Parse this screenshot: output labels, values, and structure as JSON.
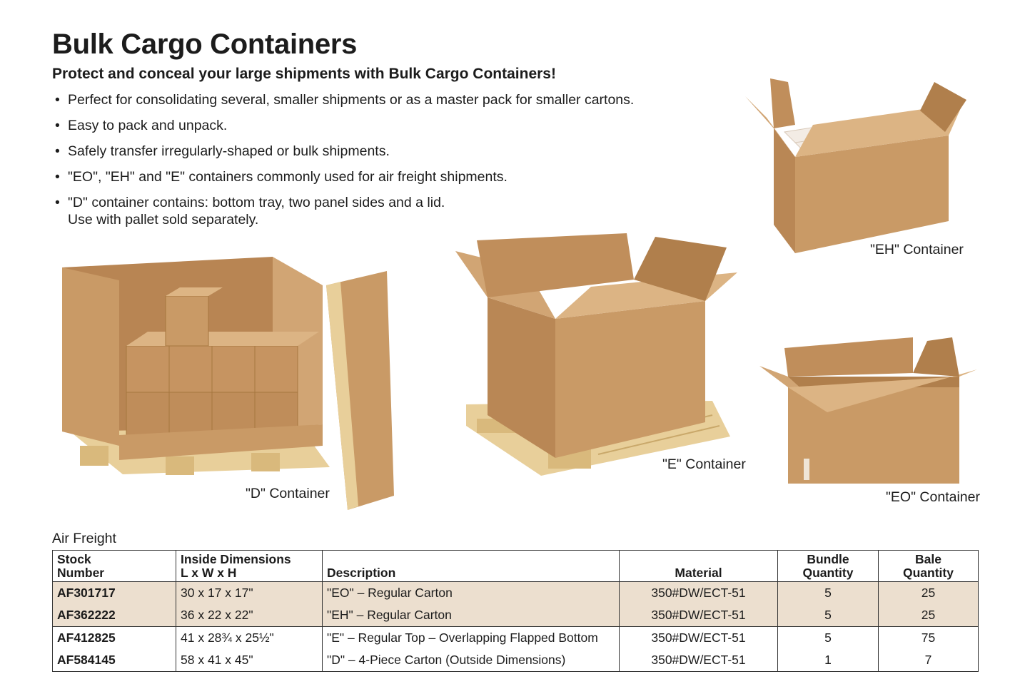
{
  "heading": {
    "title": "Bulk Cargo Containers",
    "subtitle": "Protect and conceal your large shipments with Bulk Cargo Containers!"
  },
  "bullets": [
    {
      "line1": "Perfect for consolidating several, smaller shipments or as a master pack for smaller cartons.",
      "line2": ""
    },
    {
      "line1": "Easy to pack and unpack.",
      "line2": ""
    },
    {
      "line1": "Safely transfer irregularly-shaped or bulk shipments.",
      "line2": ""
    },
    {
      "line1": "\"EO\", \"EH\" and \"E\" containers commonly used for air freight shipments.",
      "line2": ""
    },
    {
      "line1": "\"D\" container contains: bottom tray, two panel sides and a lid.",
      "line2": "Use with pallet sold separately."
    }
  ],
  "captions": {
    "d": "\"D\" Container",
    "e": "\"E\" Container",
    "eh": "\"EH\" Container",
    "eo": "\"EO\" Container"
  },
  "table": {
    "title": "Air Freight",
    "headers": {
      "stock_1": "Stock",
      "stock_2": "Number",
      "dim_1": "Inside Dimensions",
      "dim_2": "L x W x H",
      "desc": "Description",
      "material": "Material",
      "bundle_1": "Bundle",
      "bundle_2": "Quantity",
      "bale_1": "Bale",
      "bale_2": "Quantity"
    },
    "rows": [
      {
        "stock": "AF301717",
        "dims": "30 x 17 x 17\"",
        "desc": "\"EO\" – Regular Carton",
        "material": "350#DW/ECT-51",
        "bundle": "5",
        "bale": "25"
      },
      {
        "stock": "AF362222",
        "dims": "36 x 22 x 22\"",
        "desc": "\"EH\" – Regular Carton",
        "material": "350#DW/ECT-51",
        "bundle": "5",
        "bale": "25"
      },
      {
        "stock": "AF412825",
        "dims": "41 x 28¾ x 25½\"",
        "desc": "\"E\" – Regular Top – Overlapping Flapped Bottom",
        "material": "350#DW/ECT-51",
        "bundle": "5",
        "bale": "75"
      },
      {
        "stock": "AF584145",
        "dims": "58 x 41 x 45\"",
        "desc": "\"D\" – 4-Piece Carton (Outside Dimensions)",
        "material": "350#DW/ECT-51",
        "bundle": "1",
        "bale": "7"
      }
    ]
  },
  "colors": {
    "cardboard": "#c99a66",
    "cardboard_dark": "#b07f4c",
    "cardboard_light": "#ddb584",
    "pallet": "#e8cf9a",
    "row_shade": "#ecdfcf"
  }
}
